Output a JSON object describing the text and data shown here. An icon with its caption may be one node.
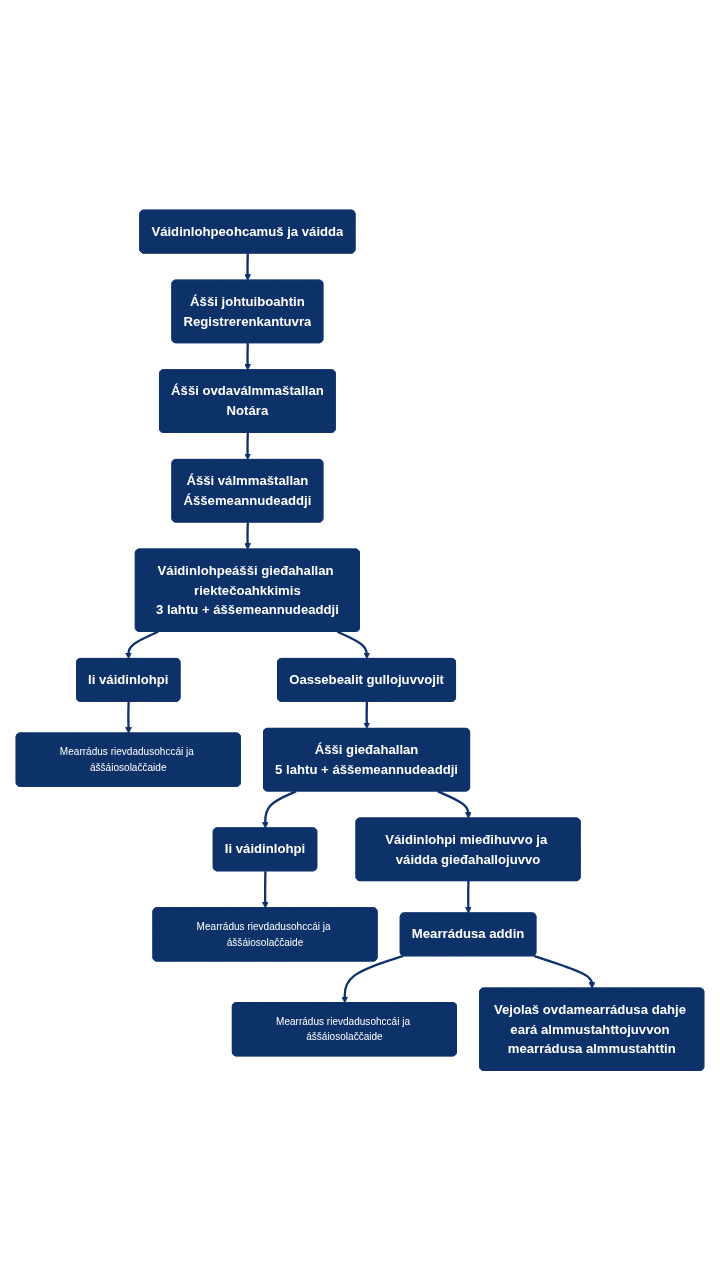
{
  "diagram": {
    "nodes": [
      {
        "text": [
          "Váidinlohpeohcamuš ja váidda"
        ]
      },
      {
        "text": [
          "Ášši johtuiboahtin",
          "Registrerenkantuvra"
        ]
      },
      {
        "text": [
          "Ášši ovdaválmmaštallan",
          "Notára"
        ]
      },
      {
        "text": [
          "Ášši válmmaštallan",
          "Áššemeannudeaddji"
        ]
      },
      {
        "text": [
          "Váidinlohpeášši gieđahallan riektečoahkkimis",
          "3 lahtu + áššemeannudeaddji"
        ]
      },
      {
        "text": [
          "Ii váidinlohpi"
        ]
      },
      {
        "text": [
          "Mearrádus rievdadusohccái ja áššáiosolaččaide"
        ]
      },
      {
        "text": [
          "Oassebealit gullojuvvojit"
        ]
      },
      {
        "text": [
          "Ášši gieđahallan",
          "5 lahtu + áššemeannudeaddji"
        ]
      },
      {
        "text": [
          "Ii váidinlohpi"
        ]
      },
      {
        "text": [
          "Mearrádus rievdadusohccái ja áššáiosolaččaide"
        ]
      },
      {
        "text": [
          "Váidinlohpi mieđihuvvo ja váidda gieđahallojuvvo"
        ]
      },
      {
        "text": [
          "Mearrádusa addin"
        ]
      },
      {
        "text": [
          "Mearrádus rievdadusohccái ja áššáiosolaččaide"
        ]
      },
      {
        "text": [
          "Vejolaš ovdamearrádusa dahje eará almmustahttojuvvon mearrádusa almmustahttin"
        ]
      }
    ],
    "edges": [
      {
        "from": 0,
        "to": 1,
        "arrow": "to"
      },
      {
        "from": 1,
        "to": 2,
        "arrow": "to"
      },
      {
        "from": 2,
        "to": 3,
        "arrow": "to"
      },
      {
        "from": 3,
        "to": 4,
        "arrow": "to"
      },
      {
        "from": 4,
        "to": 5,
        "arrow": "to"
      },
      {
        "from": 5,
        "to": 6,
        "arrow": "to"
      },
      {
        "from": 4,
        "to": 7,
        "arrow": "to"
      },
      {
        "from": 7,
        "to": 8,
        "arrow": "to"
      },
      {
        "from": 8,
        "to": 9,
        "arrow": "to"
      },
      {
        "from": 9,
        "to": 10,
        "arrow": "to"
      },
      {
        "from": 8,
        "to": 11,
        "arrow": "to"
      },
      {
        "from": 11,
        "to": 12,
        "arrow": "to"
      },
      {
        "from": 12,
        "to": 13,
        "arrow": "to"
      },
      {
        "from": 12,
        "to": 14,
        "arrow": "to"
      }
    ]
  }
}
